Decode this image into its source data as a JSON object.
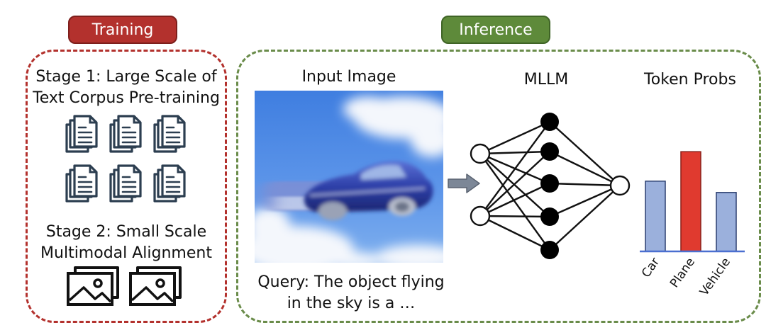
{
  "training": {
    "pill_label": "Training",
    "stage1_line1": "Stage 1: Large Scale of",
    "stage1_line2": "Text Corpus Pre-training",
    "stage2_line1": "Stage 2: Small Scale",
    "stage2_line2": "Multimodal Alignment"
  },
  "inference": {
    "pill_label": "Inference",
    "input_title": "Input Image",
    "model_title": "MLLM",
    "probs_title": "Token Probs",
    "query_line1": "Query: The object flying",
    "query_line2": "in the sky is a …"
  },
  "icons": {
    "document_stack": "document-stack-icon",
    "image": "image-icon",
    "arrow": "right-arrow-icon"
  },
  "colors": {
    "training_red": "#b3312d",
    "inference_green": "#5e8a3a",
    "bar_blue": "#9bb0dc",
    "bar_red": "#e03a2f"
  },
  "chart_data": {
    "type": "bar",
    "categories": [
      "Car",
      "Plane",
      "Vehicle"
    ],
    "values": [
      0.62,
      0.88,
      0.52
    ],
    "highlight": "Plane",
    "ylim": [
      0,
      1
    ]
  }
}
